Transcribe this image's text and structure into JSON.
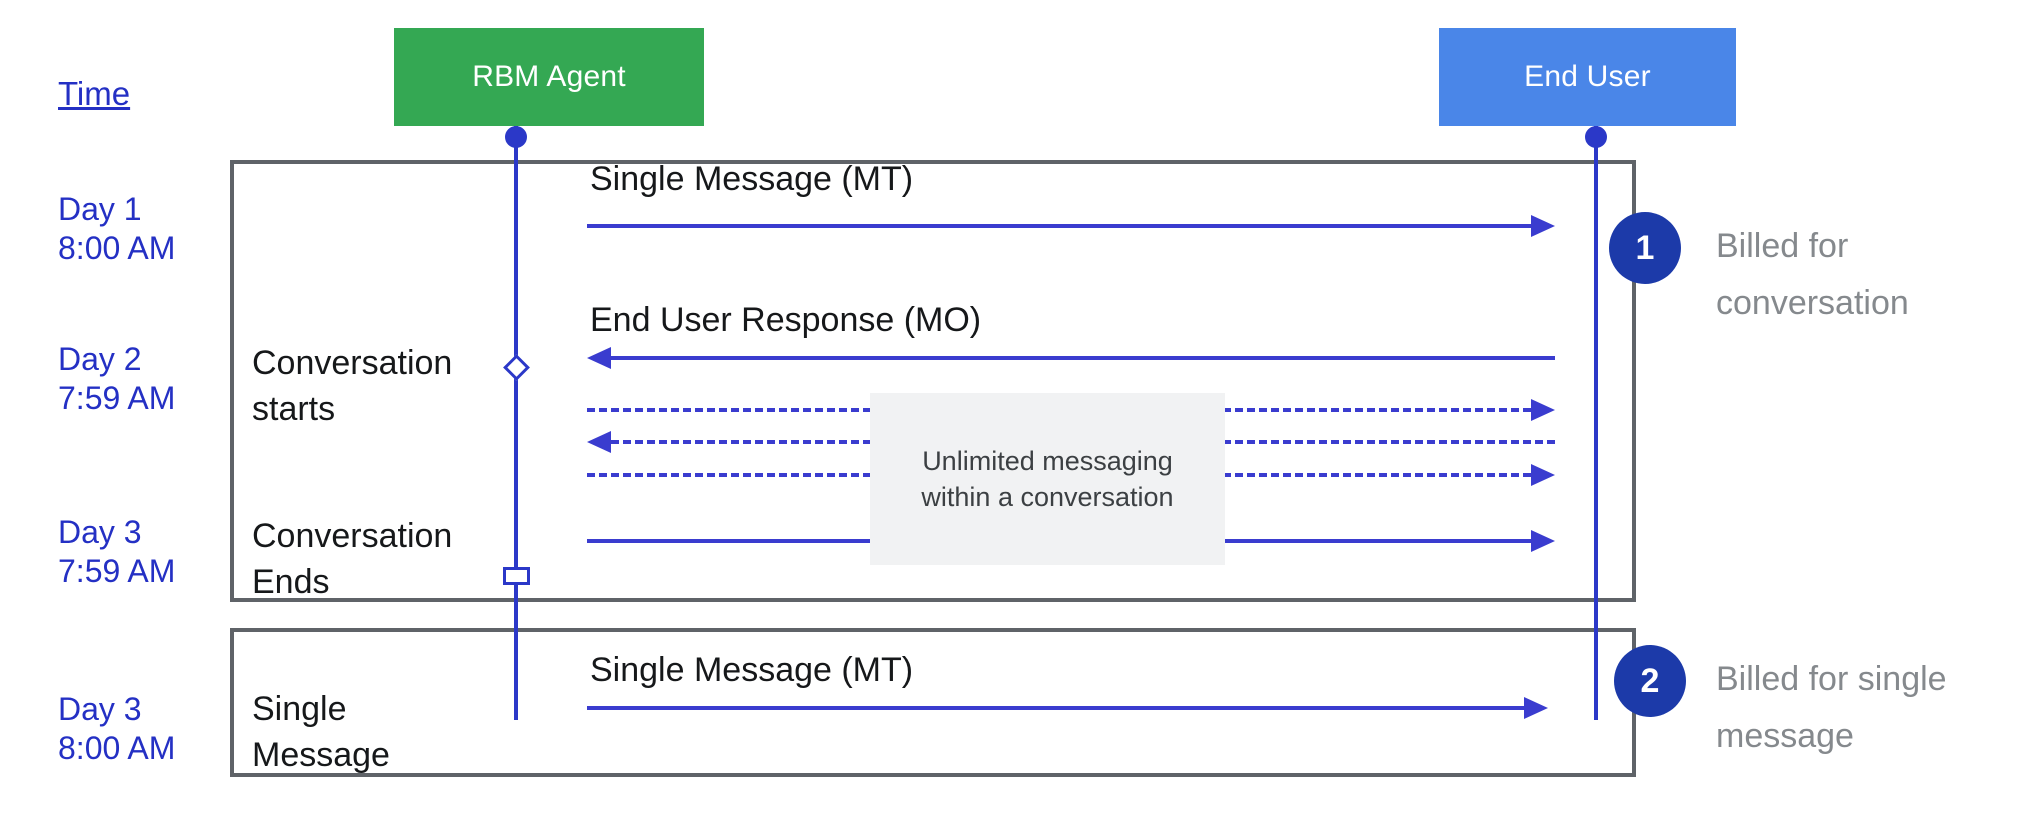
{
  "diagram_title": "RBM conversation vs single message billing sequence",
  "time_header": "Time",
  "actors": [
    {
      "id": "rbm-agent",
      "label": "RBM Agent",
      "color": "#34a853"
    },
    {
      "id": "end-user",
      "label": "End User",
      "color": "#4a86e8"
    }
  ],
  "time_labels": [
    {
      "label": "Day 1\n8:00 AM"
    },
    {
      "label": "Day 2\n7:59 AM"
    },
    {
      "label": "Day 3\n7:59 AM"
    },
    {
      "label": "Day 3\n8:00 AM"
    }
  ],
  "phase_labels": [
    {
      "label": "Conversation\nstarts"
    },
    {
      "label": "Conversation\nEnds"
    },
    {
      "label": "Single\nMessage"
    }
  ],
  "messages": [
    {
      "label": "Single Message (MT)",
      "direction": "right",
      "style": "solid"
    },
    {
      "label": "End User Response (MO)",
      "direction": "left",
      "style": "solid"
    },
    {
      "label": "",
      "direction": "right",
      "style": "dashed"
    },
    {
      "label": "",
      "direction": "left",
      "style": "dashed"
    },
    {
      "label": "",
      "direction": "right",
      "style": "dashed"
    },
    {
      "label": "",
      "direction": "right",
      "style": "solid"
    },
    {
      "label": "Single Message (MT)",
      "direction": "right",
      "style": "solid"
    }
  ],
  "note": {
    "text": "Unlimited messaging\nwithin a conversation"
  },
  "annotations": [
    {
      "number": "1",
      "text": "Billed for\nconversation"
    },
    {
      "number": "2",
      "text": "Billed for single\nmessage"
    }
  ],
  "colors": {
    "agent_box": "#34a853",
    "end_user_box": "#4a86e8",
    "lifeline_blue": "#2b38c8",
    "arrow_blue": "#3a3ccf",
    "time_text_blue": "#2430c4",
    "badge_navy": "#1c3aa9",
    "billed_text_gray": "#85898d",
    "frame_border_gray": "#5f6368",
    "note_background": "#f1f2f3"
  }
}
